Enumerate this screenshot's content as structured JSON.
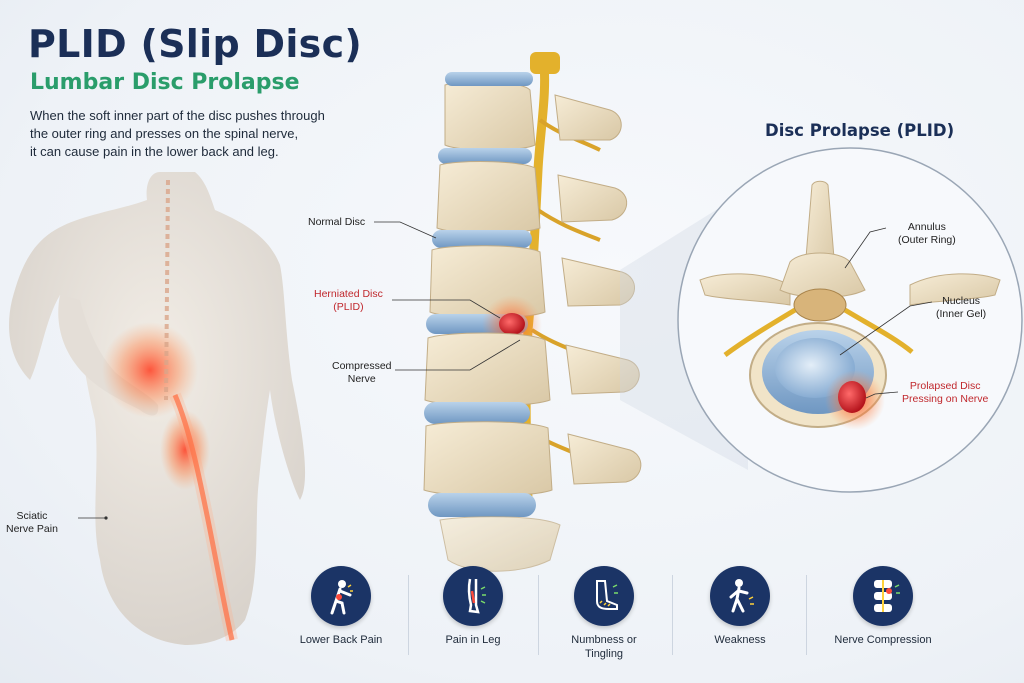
{
  "header": {
    "title": "PLID (Slip Disc)",
    "subtitle": "Lumbar Disc Prolapse",
    "description_lines": [
      "When the soft inner part of the disc pushes through",
      "the outer ring and presses on the spinal nerve,",
      "it can cause pain in the lower back and leg."
    ]
  },
  "labels": {
    "sciatic": [
      "Sciatic",
      "Nerve Pain"
    ],
    "normal_disc": "Normal Disc",
    "herniated": [
      "Herniated Disc",
      "(PLID)"
    ],
    "compressed": [
      "Compressed",
      "Nerve"
    ]
  },
  "cross_section": {
    "title": "Disc Prolapse (PLID)",
    "annulus": [
      "Annulus",
      "(Outer Ring)"
    ],
    "nucleus": [
      "Nucleus",
      "(Inner Gel)"
    ],
    "prolapsed": [
      "Prolapsed Disc",
      "Pressing on Nerve"
    ]
  },
  "symptoms": [
    {
      "icon": "lower-back-pain-icon",
      "label": "Lower Back Pain"
    },
    {
      "icon": "leg-pain-icon",
      "label": "Pain in Leg"
    },
    {
      "icon": "numbness-foot-icon",
      "label": "Numbness or Tingling"
    },
    {
      "icon": "weakness-icon",
      "label": "Weakness"
    },
    {
      "icon": "nerve-compression-icon",
      "label": "Nerve Compression"
    }
  ],
  "colors": {
    "title": "#1b2f57",
    "subtitle": "#2a9d6b",
    "highlight_red": "#c0282d",
    "icon_bg": "#1b3466",
    "disc_blue": "#8fb3d6",
    "nerve_yellow": "#e3b12c"
  }
}
